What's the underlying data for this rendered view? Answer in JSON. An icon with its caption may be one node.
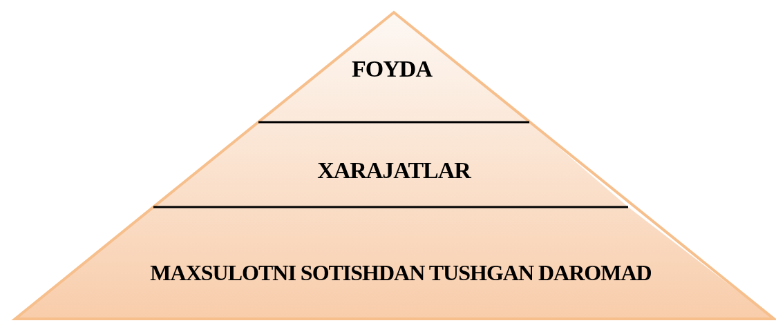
{
  "diagram": {
    "nodes": [
      {
        "text": [
          "FOYDA"
        ]
      },
      {
        "text": [
          "XARAJATLAR"
        ]
      },
      {
        "text": [
          "MAXSULOTNI SOTISHDAN TUSHGAN DAROMAD"
        ]
      }
    ]
  }
}
